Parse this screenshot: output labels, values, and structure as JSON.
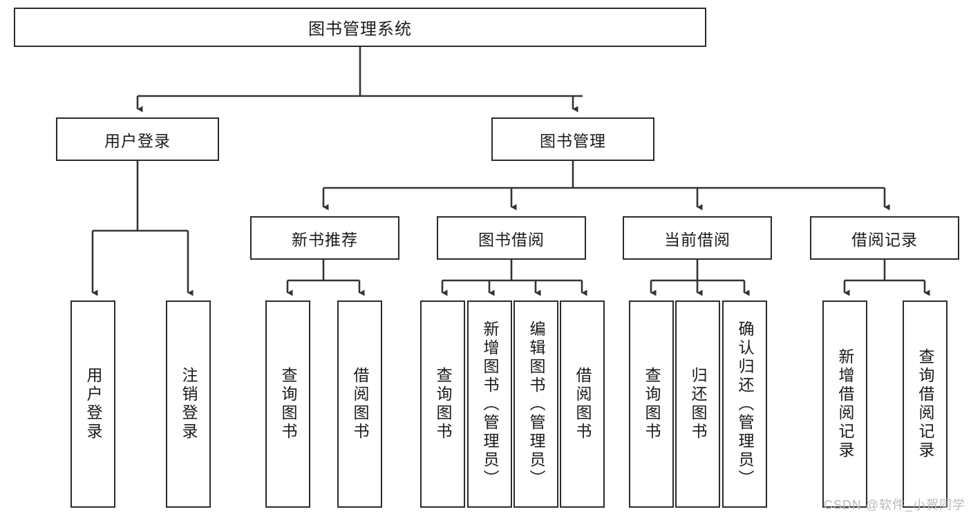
{
  "diagram": {
    "type": "tree-hierarchy",
    "title": "图书管理系统",
    "watermark": "CSDN @软件_小贺同学",
    "colors": {
      "box_border": "#2b2b2b",
      "box_fill": "#ffffff",
      "connector": "#333333",
      "text": "#1a1a1a",
      "watermark": "#b9b9b9"
    },
    "levels": {
      "root": {
        "label": "图书管理系统"
      },
      "level2": [
        {
          "label": "用户登录"
        },
        {
          "label": "图书管理"
        }
      ],
      "level3": [
        {
          "label": "新书推荐"
        },
        {
          "label": "图书借阅"
        },
        {
          "label": "当前借阅"
        },
        {
          "label": "借阅记录"
        }
      ],
      "leaves": {
        "user_login": [
          {
            "label": "用户登录"
          },
          {
            "label": "注销登录"
          }
        ],
        "new_book_recommend": [
          {
            "label": "查询图书"
          },
          {
            "label": "借阅图书"
          }
        ],
        "book_borrow": [
          {
            "label": "查询图书"
          },
          {
            "label": "新增图书（管理员）"
          },
          {
            "label": "编辑图书（管理员）"
          },
          {
            "label": "借阅图书"
          }
        ],
        "current_borrow": [
          {
            "label": "查询图书"
          },
          {
            "label": "归还图书"
          },
          {
            "label": "确认归还（管理员）"
          }
        ],
        "borrow_record": [
          {
            "label": "新增借阅记录"
          },
          {
            "label": "查询借阅记录"
          }
        ]
      }
    }
  }
}
